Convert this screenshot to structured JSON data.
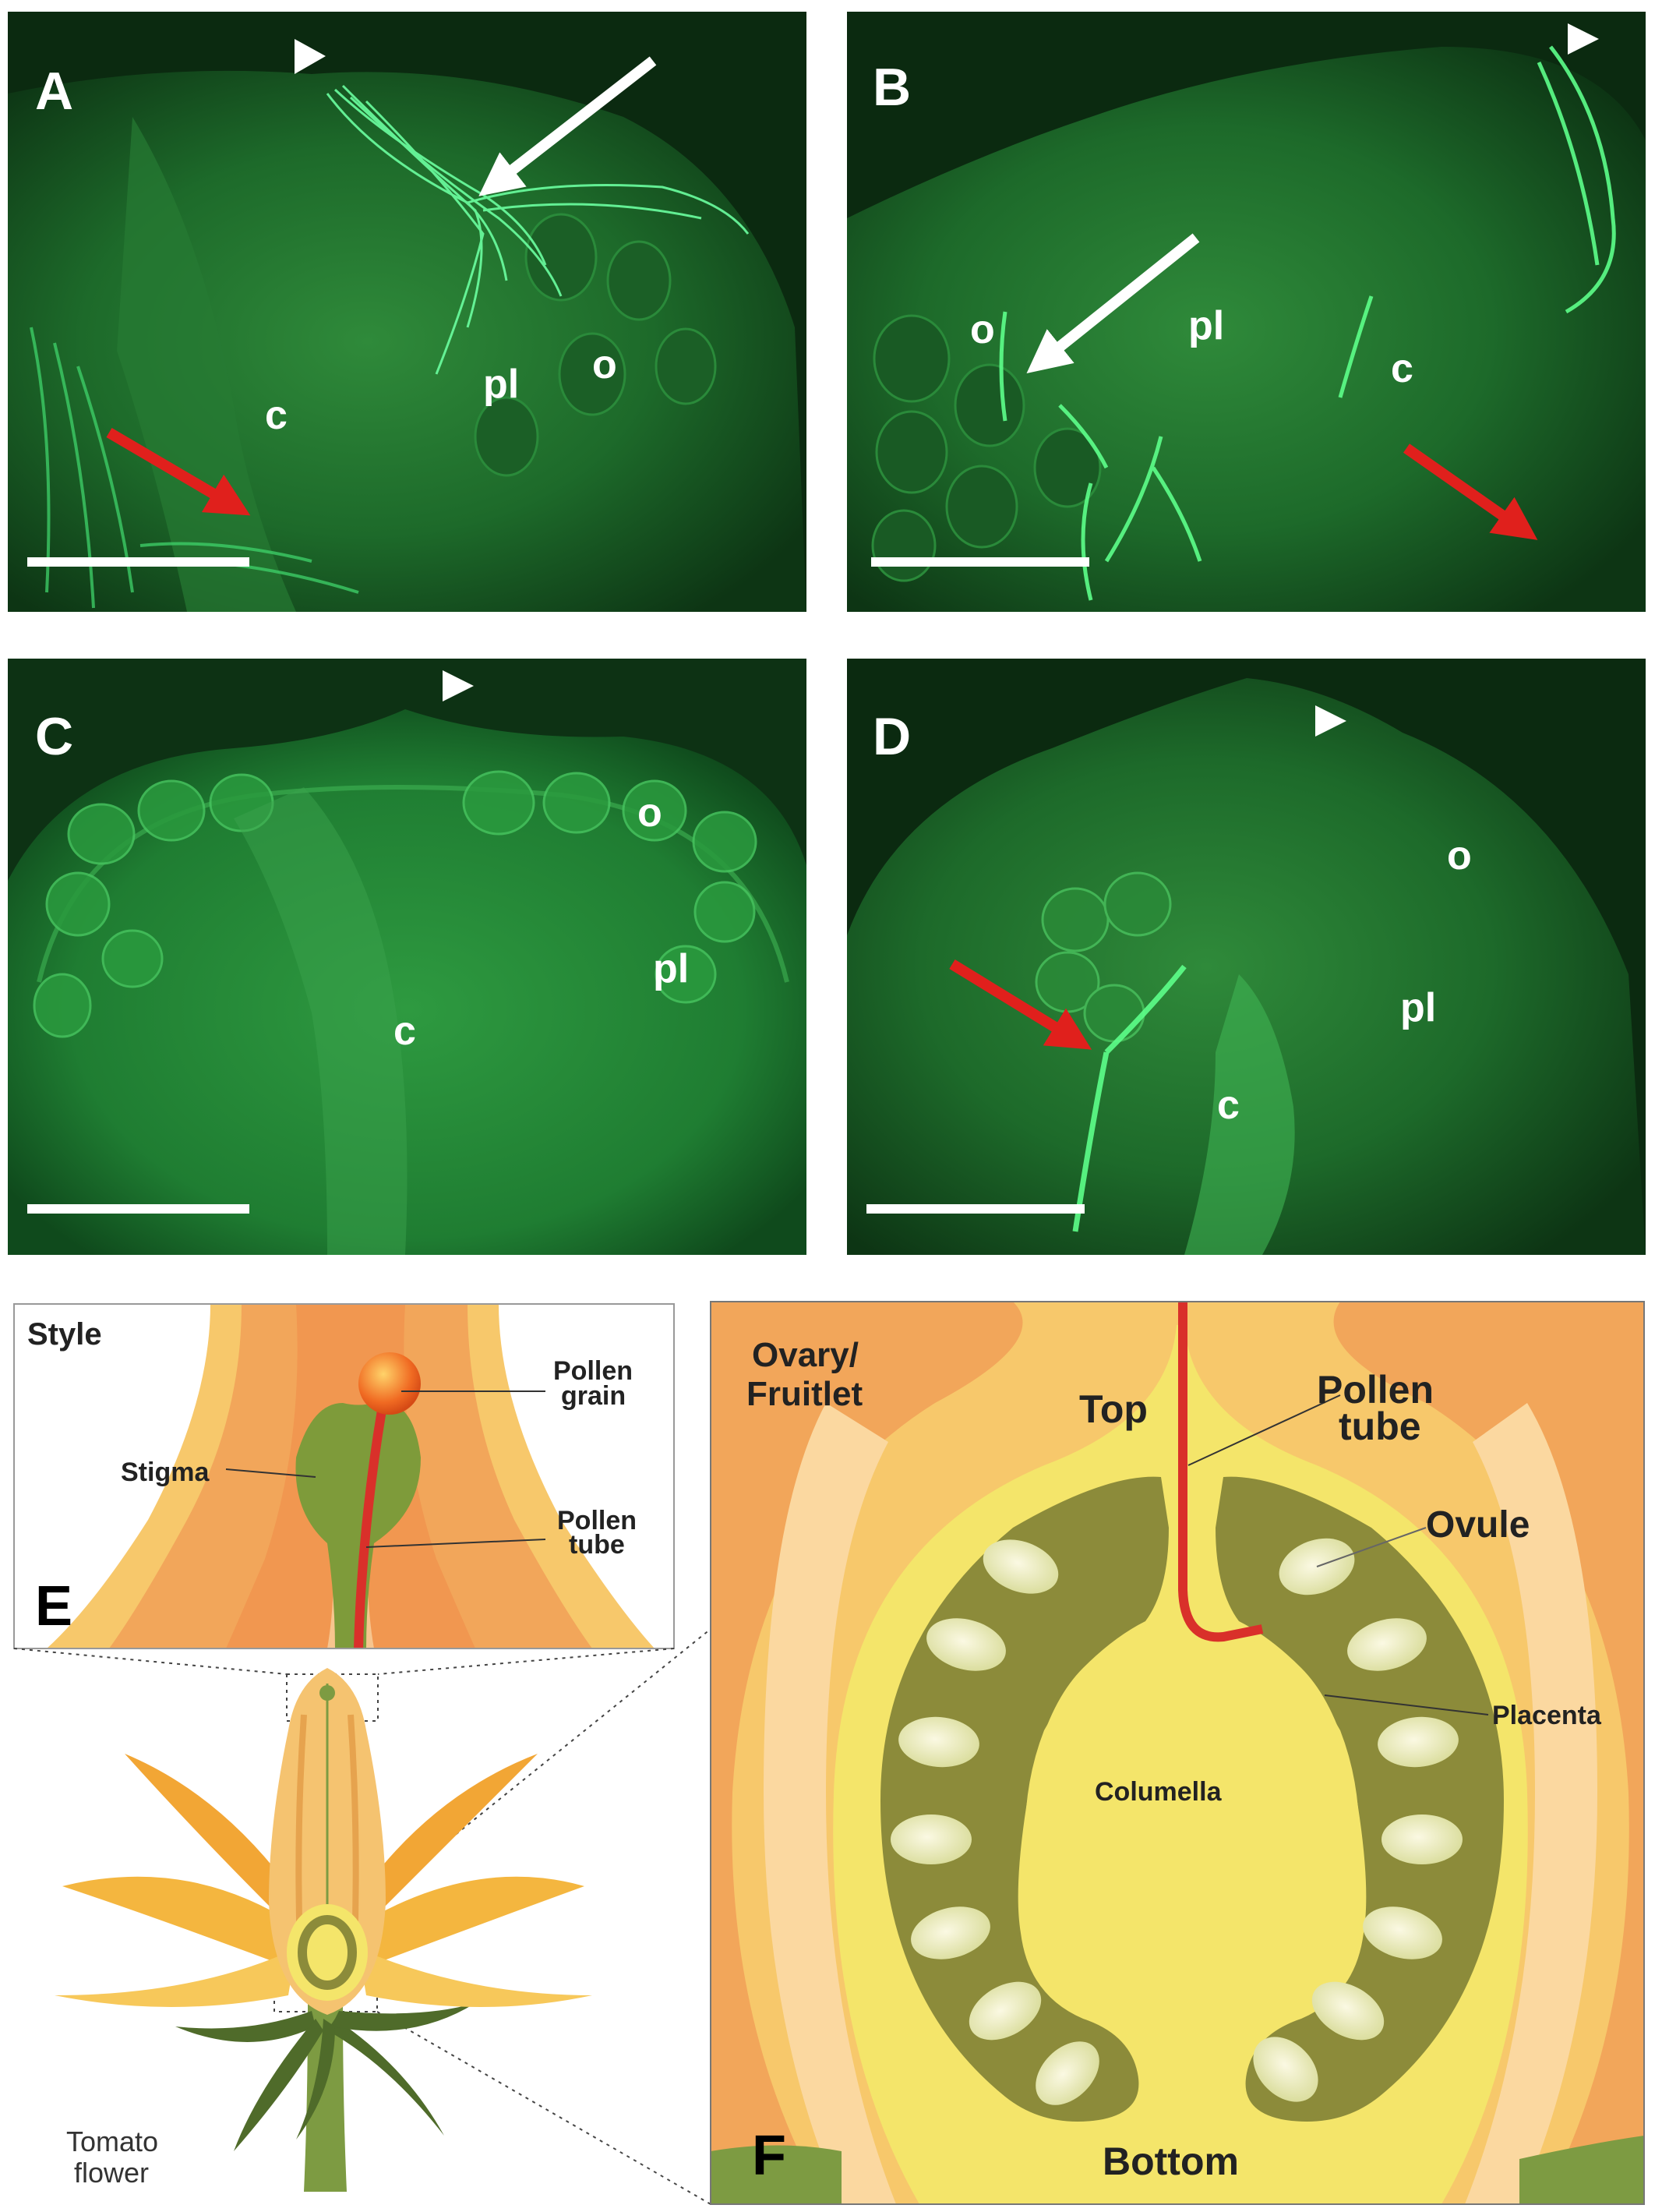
{
  "panels": {
    "a": {
      "letter": "A",
      "label_c": "c",
      "label_pl": "pl",
      "label_o": "o"
    },
    "b": {
      "letter": "B",
      "label_o": "o",
      "label_pl": "pl",
      "label_c": "c"
    },
    "c": {
      "letter": "C",
      "label_o": "o",
      "label_pl": "pl",
      "label_c": "c"
    },
    "d": {
      "letter": "D",
      "label_o": "o",
      "label_pl": "pl",
      "label_c": "c"
    }
  },
  "panel_e": {
    "letter": "E",
    "title": "Style",
    "pollen_grain_line1": "Pollen",
    "pollen_grain_line2": "grain",
    "stigma": "Stigma",
    "pollen_tube_line1": "Pollen",
    "pollen_tube_line2": "tube",
    "flower_line1": "Tomato",
    "flower_line2": "flower"
  },
  "panel_f": {
    "letter": "F",
    "ovary_line1": "Ovary/",
    "ovary_line2": "Fruitlet",
    "top": "Top",
    "pollen_tube_line1": "Pollen",
    "pollen_tube_line2": "tube",
    "ovule": "Ovule",
    "placenta": "Placenta",
    "columella": "Columella",
    "bottom": "Bottom"
  },
  "colors": {
    "fluorescence_bg": "#0c2a10",
    "fluorescence_tissue": "#1f7a2c",
    "fluorescence_bright": "#5dff8a",
    "arrow_red": "#e0201c",
    "pollen_tube_red": "#d9302a",
    "style_orange": "#f2a65a",
    "ovary_yellow": "#f4e56a",
    "locule_olive": "#8c8b3a",
    "ovule_cream": "#f3f0c6"
  }
}
